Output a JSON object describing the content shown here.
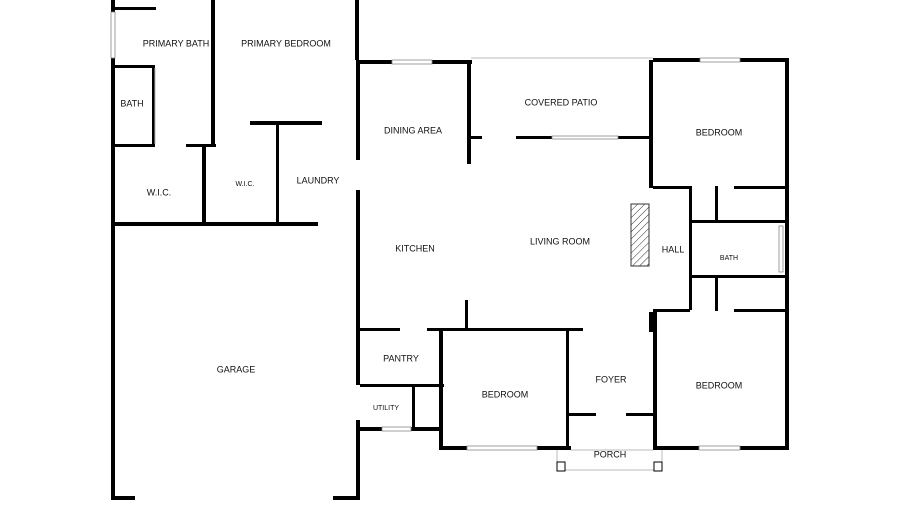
{
  "rooms": {
    "primary_bath": "PRIMARY BATH",
    "primary_bedroom": "PRIMARY BEDROOM",
    "bath_1": "BATH",
    "wic_1": "W.I.C.",
    "wic_2": "W.I.C.",
    "laundry": "LAUNDRY",
    "dining_area": "DINING AREA",
    "covered_patio": "COVERED PATIO",
    "bedroom_1": "BEDROOM",
    "kitchen": "KITCHEN",
    "living_room": "LIVING ROOM",
    "hall": "HALL",
    "bath_2": "BATH",
    "garage": "GARAGE",
    "pantry": "PANTRY",
    "utility": "UTILITY",
    "bedroom_2": "BEDROOM",
    "foyer": "FOYER",
    "bedroom_3": "BEDROOM",
    "porch": "PORCH"
  }
}
